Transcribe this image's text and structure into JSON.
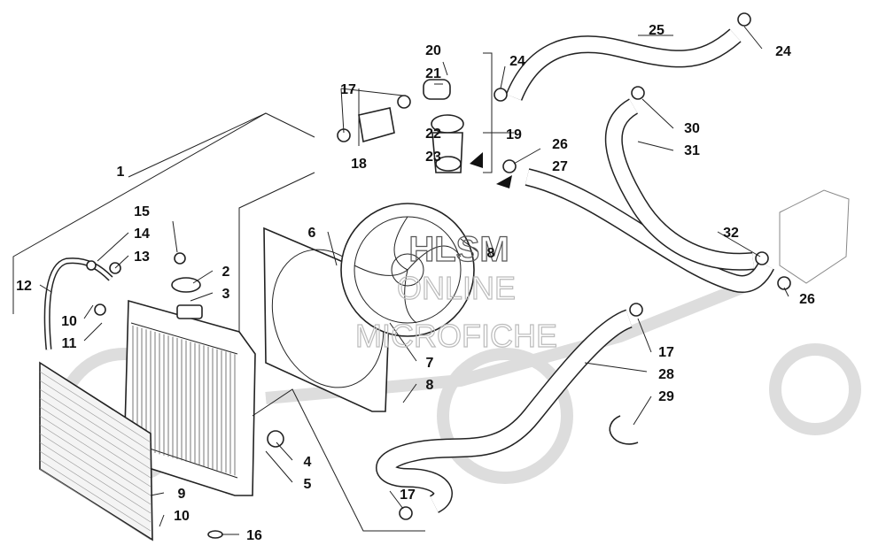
{
  "diagram": {
    "watermark": {
      "line1": "HLSM",
      "line2": "ONLINE",
      "line3": "MICROFICHE"
    },
    "callouts": [
      "1",
      "2",
      "3",
      "4",
      "5",
      "6",
      "7",
      "8",
      "8",
      "9",
      "10",
      "10",
      "11",
      "12",
      "13",
      "14",
      "15",
      "16",
      "17",
      "17",
      "17",
      "18",
      "19",
      "20",
      "21",
      "22",
      "23",
      "24",
      "24",
      "25",
      "26",
      "26",
      "27",
      "28",
      "29",
      "30",
      "31",
      "32"
    ]
  }
}
